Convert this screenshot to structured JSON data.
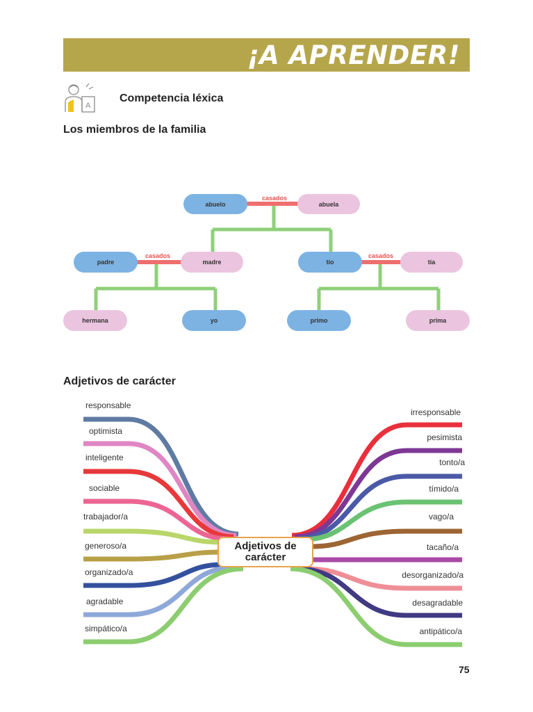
{
  "banner": {
    "title": "¡A APRENDER!"
  },
  "section": {
    "title": "Competencia léxica",
    "icon": "student-writing-icon",
    "icon_letter": "A"
  },
  "family": {
    "heading": "Los miembros de la familia",
    "married_label": "casados",
    "nodes": {
      "abuelo": "abuelo",
      "abuela": "abuela",
      "padre": "padre",
      "madre": "madre",
      "tio": "tío",
      "tia": "tía",
      "hermana": "hermana",
      "yo": "yo",
      "primo": "primo",
      "prima": "prima"
    },
    "colors": {
      "male": "#7db3e3",
      "female": "#ebc5df",
      "married": "#ef6e6e",
      "descent": "#8fd07a"
    }
  },
  "adjectives": {
    "heading": "Adjetivos de carácter",
    "center": "Adjetivos de carácter",
    "left": [
      {
        "label": "responsable",
        "color": "#5f7ba3"
      },
      {
        "label": "optimista",
        "color": "#df86c3"
      },
      {
        "label": "inteligente",
        "color": "#e8383a"
      },
      {
        "label": "sociable",
        "color": "#ec6593"
      },
      {
        "label": "trabajador/a",
        "color": "#b9d66a"
      },
      {
        "label": "generoso/a",
        "color": "#b8a048"
      },
      {
        "label": "organizado/a",
        "color": "#34519e"
      },
      {
        "label": "agradable",
        "color": "#8fa8da"
      },
      {
        "label": "simpático/a",
        "color": "#8ccd70"
      }
    ],
    "right": [
      {
        "label": "irresponsable",
        "color": "#ea2f3c"
      },
      {
        "label": "pesimista",
        "color": "#7e3894"
      },
      {
        "label": "tonto/a",
        "color": "#4b5aa6"
      },
      {
        "label": "tímido/a",
        "color": "#6ac272"
      },
      {
        "label": "vago/a",
        "color": "#9d6534"
      },
      {
        "label": "tacaño/a",
        "color": "#a84aa6"
      },
      {
        "label": "desorganizado/a",
        "color": "#ef8e96"
      },
      {
        "label": "desagradable",
        "color": "#403a82"
      },
      {
        "label": "antipático/a",
        "color": "#8ccd70"
      }
    ]
  },
  "page_number": "75"
}
